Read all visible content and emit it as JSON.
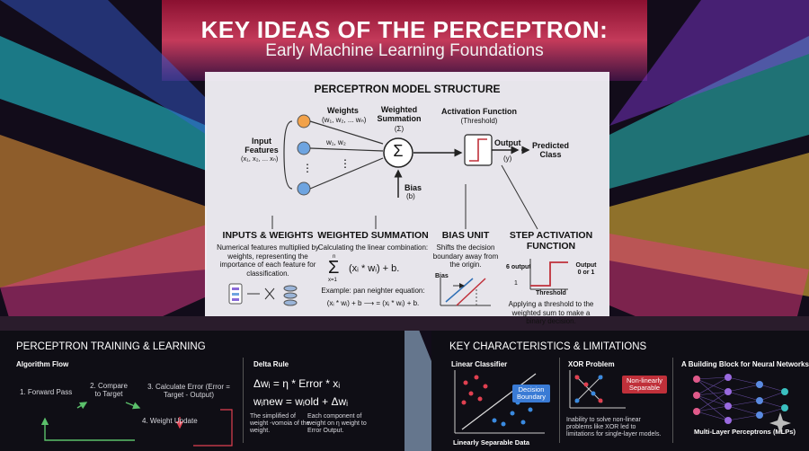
{
  "title": "KEY IDEAS OF THE PERCEPTRON:",
  "subtitle": "Early Machine Learning Foundations",
  "model": {
    "heading": "PERCEPTRON MODEL STRUCTURE",
    "weights_label": "Weights",
    "weights_vars": "(w₁, w₂, ... wₙ)",
    "w12": "w₁, w₂",
    "sum_label": "Weighted Summation",
    "sum_sym": "(Σ)",
    "sigma": "Σ",
    "act_label": "Activation Function",
    "act_sub": "(Threshold)",
    "input_label": "Input Features",
    "input_vars": "(x₁, x₂, ... xₙ)",
    "bias_label": "Bias",
    "bias_var": "(b)",
    "output_label": "Output",
    "output_var": "(y)",
    "predicted": "Predicted Class"
  },
  "cards": {
    "inputs": {
      "title": "INPUTS & WEIGHTS",
      "text": "Numerical features multiplied by weights, representing the importance of each feature for classification."
    },
    "sum": {
      "title": "WEIGHTED SUMMATION",
      "text": "Calculating the linear combination:",
      "formula": "(xᵢ * wᵢ) + b.",
      "sum_top": "n",
      "sum_bottom": "x=1",
      "example": "Example: pan neighter equation:",
      "example_formula": "(xᵢ * wᵢ) + b ⟶ = (xᵢ * wᵢ) + b."
    },
    "bias": {
      "title": "BIAS UNIT",
      "text": "Shifts the decision boundary away from the origin.",
      "graph_label": "Bias"
    },
    "step": {
      "title": "STEP ACTIVATION FUNCTION",
      "y_label": "6 output",
      "one": "1",
      "output": "Output 0 or 1",
      "threshold": "Threshold",
      "text": "Applying a threshold to the weighted sum to make a binary decision."
    }
  },
  "training": {
    "heading": "PERCEPTRON TRAINING & LEARNING",
    "algo_label": "Algorithm Flow",
    "step1": "1. Forward Pass",
    "step2": "2. Compare to Target",
    "step3": "3. Calculate Error (Error = Target - Output)",
    "step4": "4. Weight Update",
    "delta_label": "Delta Rule",
    "eq1": "Δwᵢ = η * Error * xᵢ",
    "eq2": "wᵢnew = wᵢold + Δwᵢ",
    "note1": "The simplified of weight -vomoia of the weight.",
    "note2": "Each component of weight on η weight to Error Output."
  },
  "limits": {
    "heading": "KEY CHARACTERISTICS & LIMITATIONS",
    "linear_label": "Linear Classifier",
    "boundary": "Decision Boundary",
    "sep_data": "Linearly Separable Data",
    "xor_label": "XOR Problem",
    "nonlin": "Non-linearly Separable",
    "xor_text": "Inability to solve non-linear problems like XOR led to limitations for single-layer models.",
    "nn_label": "A Building Block for Neural Networks",
    "mlp": "Multi-Layer Perceptrons (MLPs)"
  },
  "colors": {
    "accent_red": "#c0303a",
    "accent_blue": "#2e6fb5",
    "panel": "#f7f5fb"
  }
}
